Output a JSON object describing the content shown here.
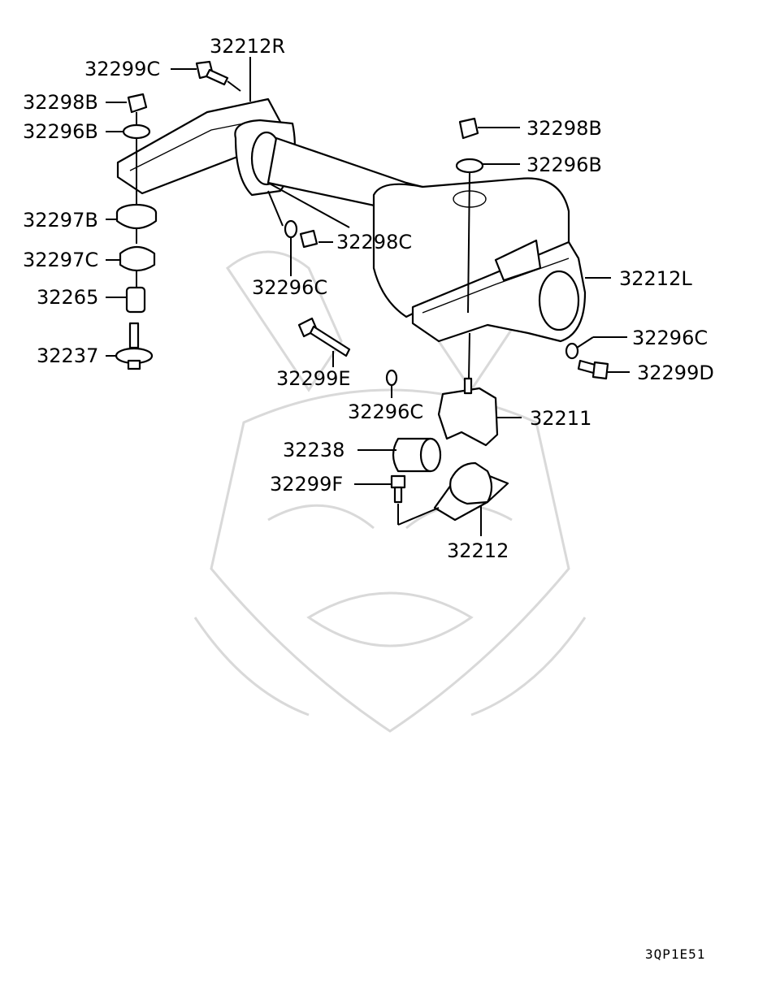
{
  "labels": {
    "p32212R": "32212R",
    "p32299C": "32299C",
    "p32298B_left": "32298B",
    "p32296B_left": "32296B",
    "p32297B": "32297B",
    "p32297C": "32297C",
    "p32265": "32265",
    "p32237": "32237",
    "p32298C": "32298C",
    "p32296C_mid": "32296C",
    "p32299E": "32299E",
    "p32296C_low": "32296C",
    "p32238": "32238",
    "p32299F": "32299F",
    "p32212": "32212",
    "p32211": "32211",
    "p32298B_right": "32298B",
    "p32296B_right": "32296B",
    "p32212L": "32212L",
    "p32296C_right": "32296C",
    "p32299D": "32299D"
  },
  "diagram_code": "3QP1E51"
}
